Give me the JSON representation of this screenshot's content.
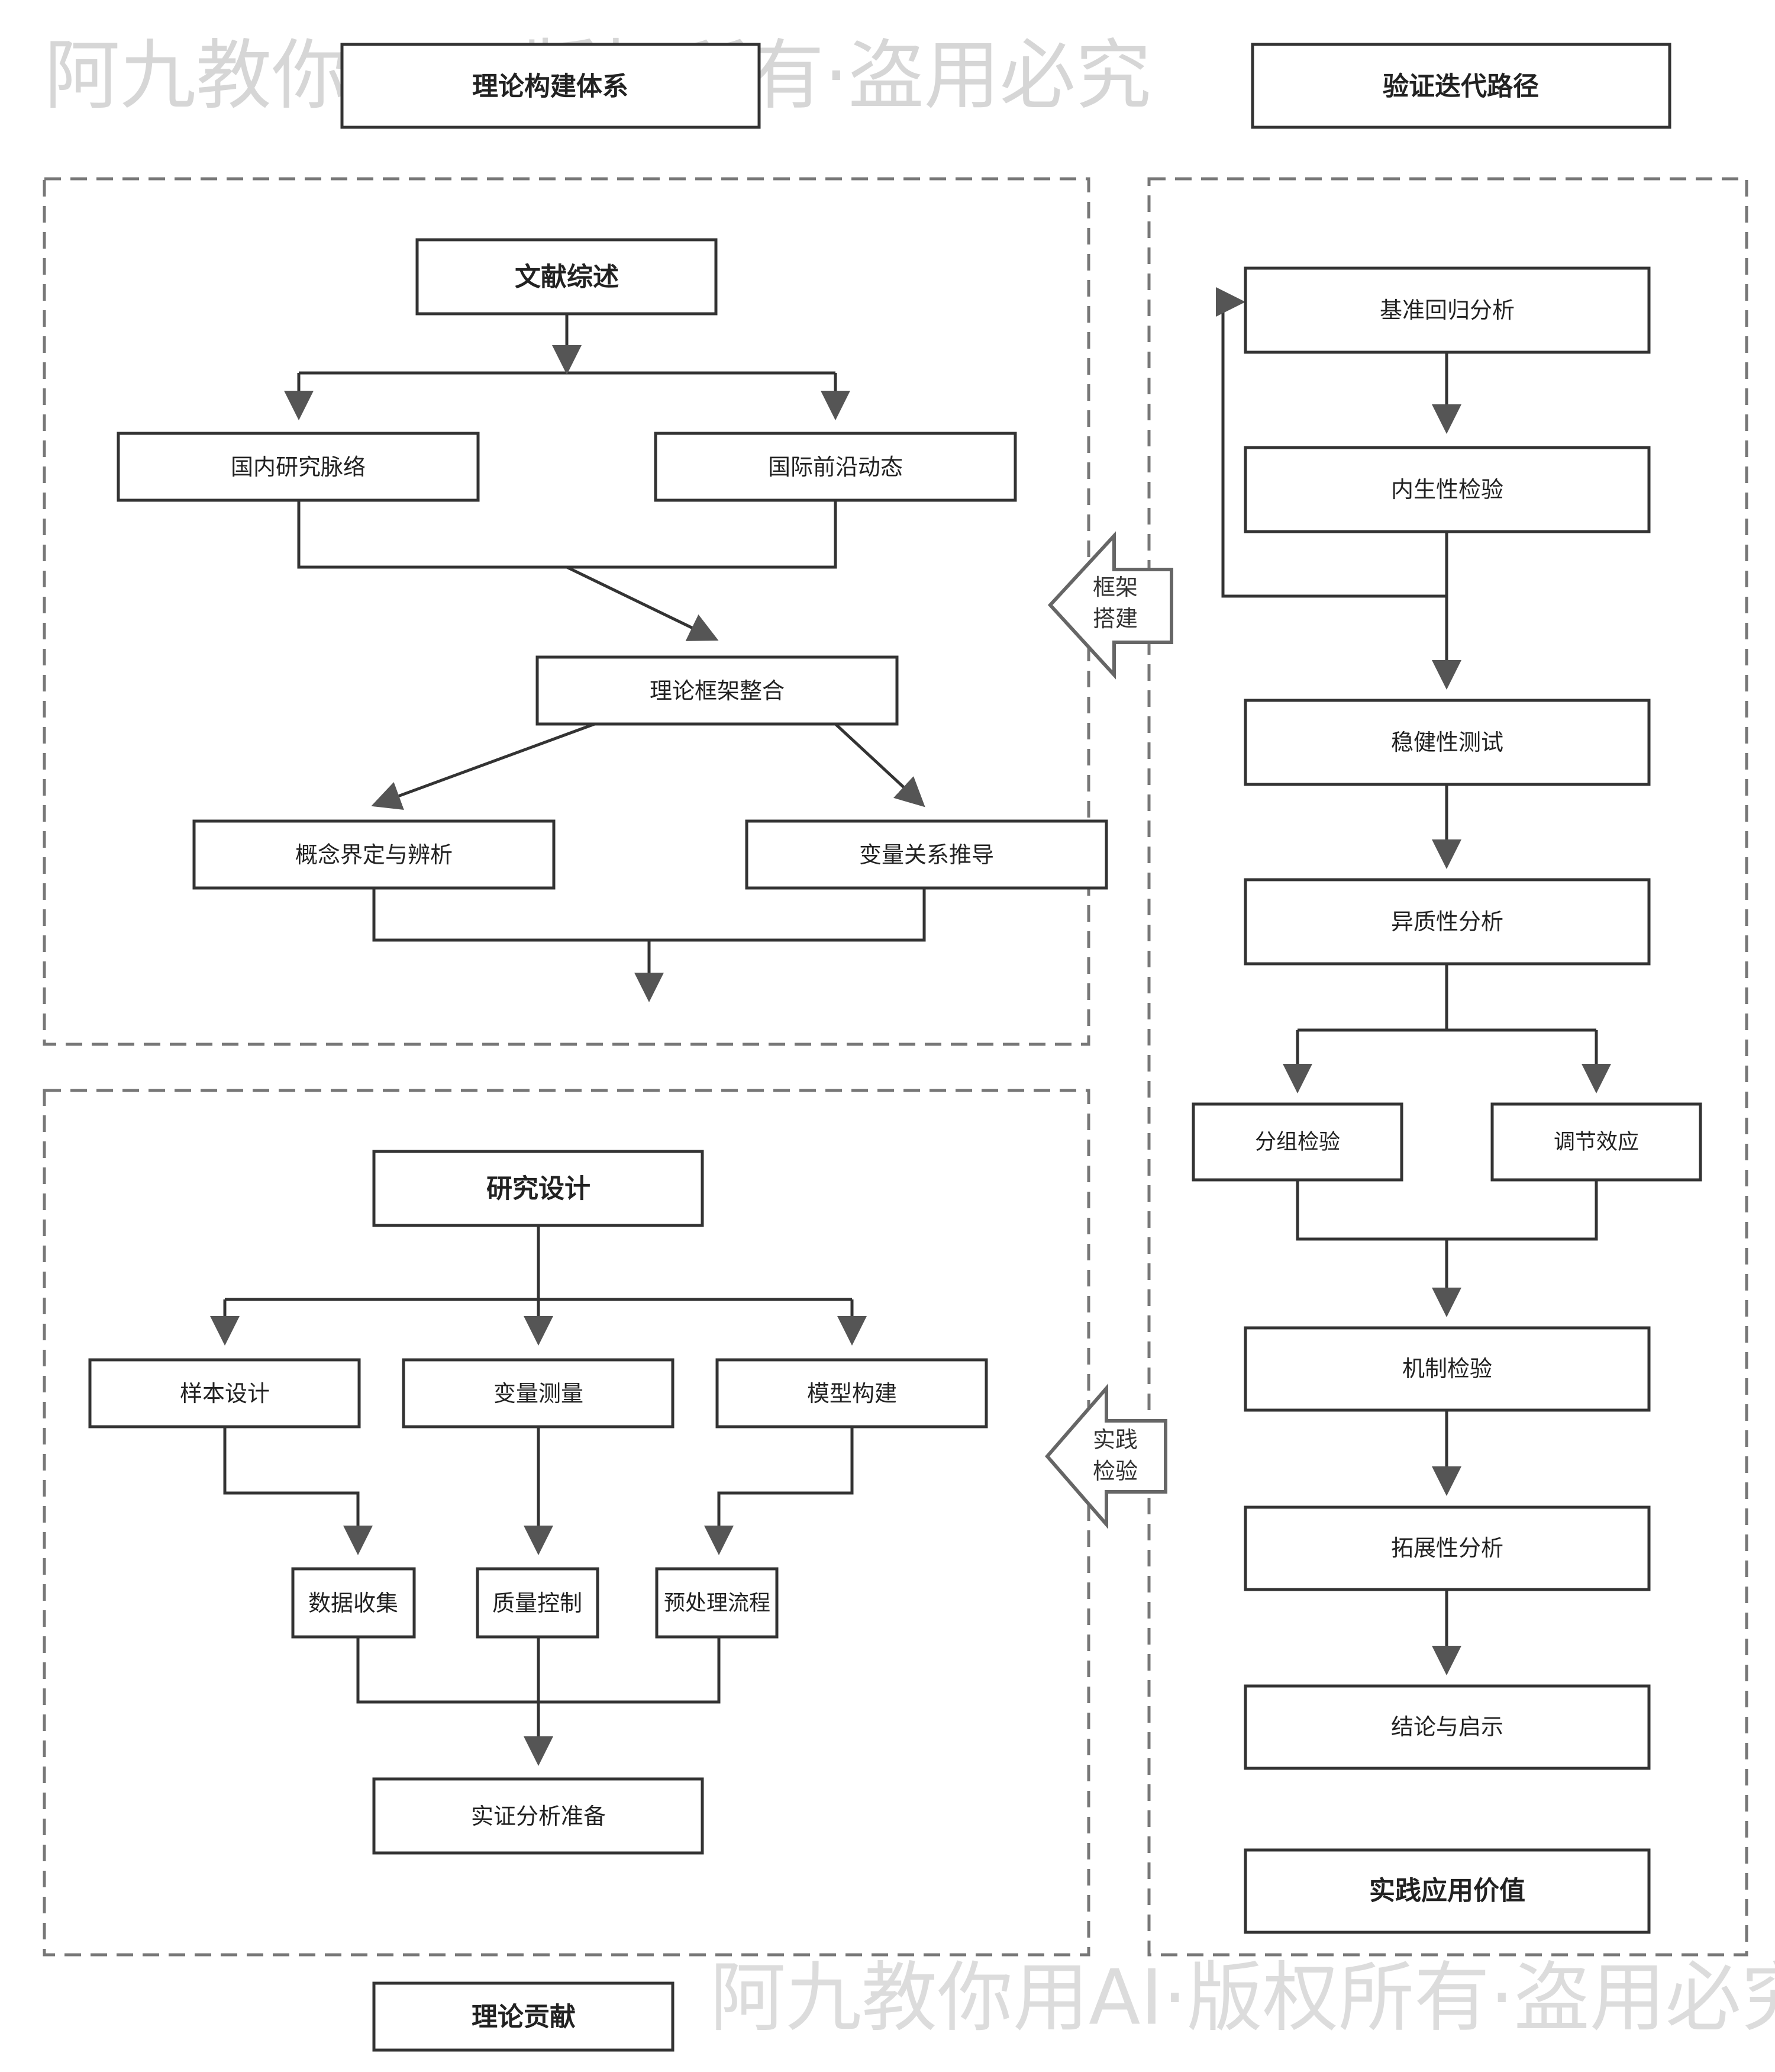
{
  "watermark": "阿九教你用AI·版权所有·盗用必究",
  "headers": {
    "left": "理论构建体系",
    "right": "验证迭代路径",
    "bottom_left": "理论贡献",
    "bottom_right": "实践应用价值"
  },
  "theory": {
    "literature_review": "文献综述",
    "domestic": "国内研究脉络",
    "international": "国际前沿动态",
    "framework_integration": "理论框架整合",
    "concept_definition": "概念界定与辨析",
    "variable_relation": "变量关系推导"
  },
  "design": {
    "research_design": "研究设计",
    "sample_design": "样本设计",
    "variable_measure": "变量测量",
    "model_build": "模型构建",
    "data_collection": "数据收集",
    "quality_control": "质量控制",
    "preprocessing": "预处理流程",
    "empirical_prep": "实证分析准备"
  },
  "verification": {
    "baseline": "基准回归分析",
    "endogeneity": "内生性检验",
    "robustness": "稳健性测试",
    "heterogeneity": "异质性分析",
    "group_test": "分组检验",
    "moderation": "调节效应",
    "mechanism": "机制检验",
    "extension": "拓展性分析",
    "conclusion": "结论与启示"
  },
  "side_arrows": {
    "framework_line1": "框架",
    "framework_line2": "搭建",
    "practice_line1": "实践",
    "practice_line2": "检验"
  }
}
